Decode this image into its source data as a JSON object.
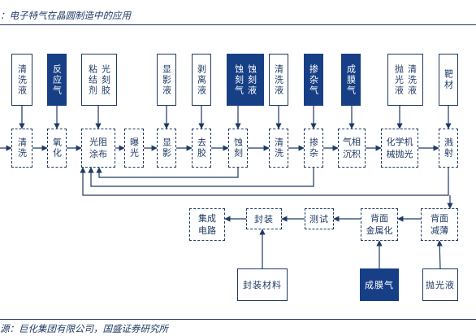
{
  "title": "：电子特气在晶圆制造中的应用",
  "source": "源：巨化集团有限公司，国盛证券研究所",
  "colors": {
    "navy": "#173f86",
    "line": "#1f3a64"
  },
  "top_materials": [
    {
      "id": "m_qxy1",
      "text": "清洗液",
      "filled": false
    },
    {
      "id": "m_fyq",
      "text": "反应气",
      "filled": true
    },
    {
      "id": "m_gkj",
      "cols": [
        "光刻胶",
        "粘结剂"
      ],
      "filled": false
    },
    {
      "id": "m_xyy",
      "text": "显影液",
      "filled": false
    },
    {
      "id": "m_blj",
      "text": "剥离液",
      "filled": false
    },
    {
      "id": "m_skj",
      "cols": [
        "蚀刻液",
        "蚀刻气"
      ],
      "filled": true
    },
    {
      "id": "m_qxy2",
      "text": "清洗液",
      "filled": false
    },
    {
      "id": "m_czq",
      "text": "掺杂气",
      "filled": true
    },
    {
      "id": "m_cmq",
      "text": "成膜气",
      "filled": true
    },
    {
      "id": "m_pgy",
      "cols": [
        "清洗液",
        "抛光液"
      ],
      "filled": false
    },
    {
      "id": "m_bc",
      "text": "靶材",
      "filled": false
    }
  ],
  "process_steps": [
    {
      "id": "p_qx1",
      "text": "清洗"
    },
    {
      "id": "p_yh",
      "text": "氧化"
    },
    {
      "id": "p_gztb",
      "lines": [
        "光阻",
        "涂布"
      ]
    },
    {
      "id": "p_pg",
      "text": "曝光"
    },
    {
      "id": "p_xy",
      "text": "显影"
    },
    {
      "id": "p_qj",
      "text": "去胶"
    },
    {
      "id": "p_sk",
      "text": "蚀刻"
    },
    {
      "id": "p_qx2",
      "text": "清洗"
    },
    {
      "id": "p_cz",
      "text": "掺杂"
    },
    {
      "id": "p_qxcj",
      "lines": [
        "气相",
        "沉积"
      ]
    },
    {
      "id": "p_hxpg",
      "lines": [
        "化学机",
        "械抛光"
      ]
    },
    {
      "id": "p_js",
      "text": "溅射"
    }
  ],
  "back_steps": [
    {
      "id": "b_bmjb",
      "lines": [
        "背面",
        "减薄"
      ]
    },
    {
      "id": "b_bmjsh",
      "lines": [
        "背面",
        "金属化"
      ]
    },
    {
      "id": "b_cs",
      "text": "测试"
    },
    {
      "id": "b_fz",
      "text": "封装"
    },
    {
      "id": "b_jcdl",
      "lines": [
        "集成",
        "电路"
      ]
    }
  ],
  "bottom_materials": [
    {
      "id": "bm_fzcl",
      "text": "封装材料",
      "filled": false
    },
    {
      "id": "bm_cmq",
      "text": "成膜气",
      "filled": true
    },
    {
      "id": "bm_pgy",
      "text": "抛光液",
      "filled": false
    }
  ]
}
